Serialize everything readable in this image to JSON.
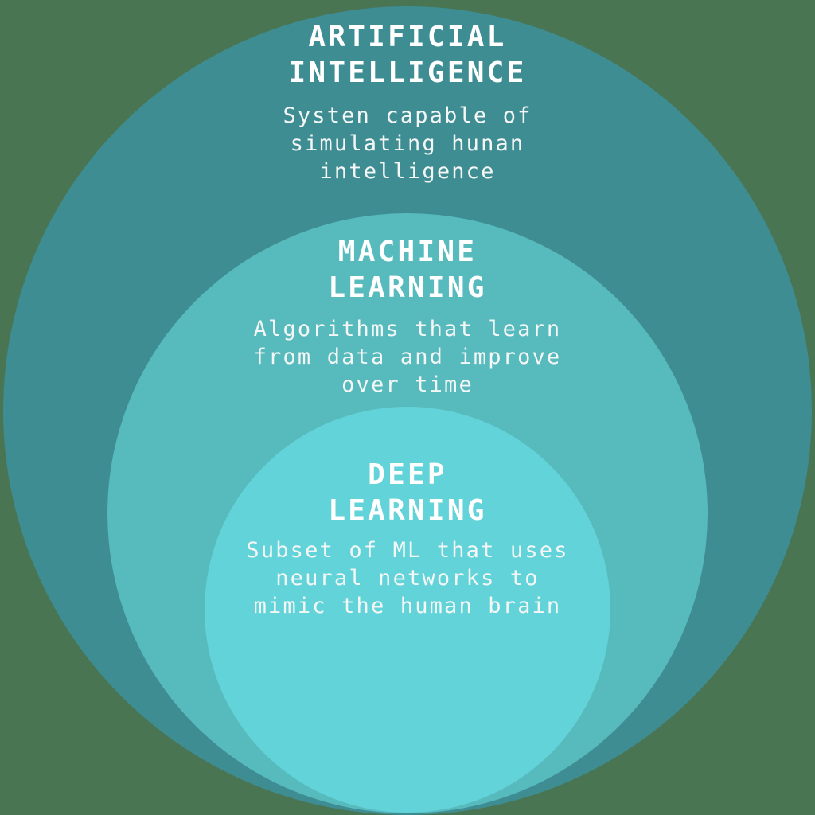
{
  "diagram": {
    "type": "nested-circles",
    "background_color": "#4A7552",
    "title_color": "#FFFFFF",
    "description_color": "#F4F7F6",
    "rings": [
      {
        "id": "artificial-intelligence",
        "title": "ARTIFICIAL\nINTELLIGENCE",
        "description": "Systen capable of\nsimulating hunan\nintelligence",
        "color": "#3E8D93"
      },
      {
        "id": "machine-learning",
        "title": "MACHINE\nLEARNING",
        "description": "Algorithms that learn\nfrom data and improve\nover time",
        "color": "#57BABD"
      },
      {
        "id": "deep-learning",
        "title": "DEEP\nLEARNING",
        "description": "Subset of ML that uses\nneural networks to\nmimic the human brain",
        "color": "#62D3D8"
      }
    ]
  }
}
